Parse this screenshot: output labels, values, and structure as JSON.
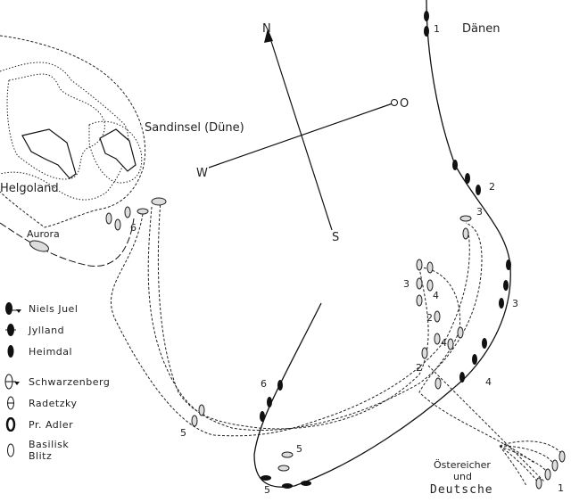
{
  "title_labels": {
    "danes": "Dänen",
    "island": "Sandinsel (Düne)",
    "helgoland": "Helgoland",
    "aurora": "Aurora",
    "allies_line1": "Östereicher",
    "allies_line2": "und",
    "allies_line3": "Deutsche"
  },
  "compass": {
    "north": "N",
    "east": "O",
    "west": "W",
    "south": "S"
  },
  "legend": [
    {
      "icon": "niels-juel-ship-icon",
      "label": "Niels Juel"
    },
    {
      "icon": "jylland-ship-icon",
      "label": "Jylland"
    },
    {
      "icon": "heimdal-ship-icon",
      "label": "Heimdal"
    },
    {
      "icon": "schwarzenberg-ship-icon",
      "label": "Schwarzenberg"
    },
    {
      "icon": "radetzky-ship-icon",
      "label": "Radetzky"
    },
    {
      "icon": "pr-adler-ship-icon",
      "label": "Pr. Adler"
    },
    {
      "icon": "basilisk-blitz-ship-icon",
      "label": "Basilisk",
      "label2": "Blitz"
    }
  ],
  "danish_positions": [
    "1",
    "2",
    "3",
    "4",
    "5",
    "6"
  ],
  "allied_positions": [
    "1",
    "2",
    "2",
    "3",
    "3",
    "4",
    "4",
    "5",
    "5",
    "6"
  ]
}
